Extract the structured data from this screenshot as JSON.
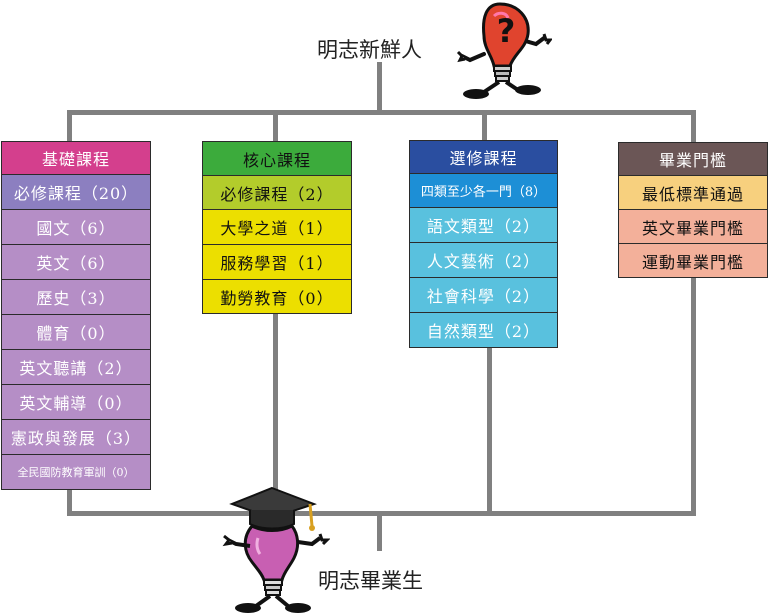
{
  "top_label": "明志新鮮人",
  "bottom_label": "明志畢業生",
  "columns": [
    {
      "header": "基礎課程",
      "header_color": "#d43f8d",
      "items": [
        {
          "label": "必修課程（20）",
          "color": "#8c7fc0"
        },
        {
          "label": "國文（6）",
          "color": "#b58ec6"
        },
        {
          "label": "英文（6）",
          "color": "#b58ec6"
        },
        {
          "label": "歷史（3）",
          "color": "#b58ec6"
        },
        {
          "label": "體育（0）",
          "color": "#b58ec6"
        },
        {
          "label": "英文聽講（2）",
          "color": "#b58ec6"
        },
        {
          "label": "英文輔導（0）",
          "color": "#b58ec6"
        },
        {
          "label": "憲政與發展（3）",
          "color": "#b58ec6"
        },
        {
          "label": "全民國防教育軍訓（0）",
          "color": "#b58ec6"
        }
      ]
    },
    {
      "header": "核心課程",
      "header_color": "#3cab3c",
      "items": [
        {
          "label": "必修課程（2）",
          "color": "#b3cc2b"
        },
        {
          "label": "大學之道（1）",
          "color": "#ecdf00"
        },
        {
          "label": "服務學習（1）",
          "color": "#ecdf00"
        },
        {
          "label": "勤勞教育（0）",
          "color": "#ecdf00"
        }
      ]
    },
    {
      "header": "選修課程",
      "header_color": "#2a4ea0",
      "items": [
        {
          "label": "四類至少各一門（8）",
          "color": "#1d8fd6"
        },
        {
          "label": "語文類型（2）",
          "color": "#59c1de"
        },
        {
          "label": "人文藝術（2）",
          "color": "#59c1de"
        },
        {
          "label": "社會科學（2）",
          "color": "#59c1de"
        },
        {
          "label": "自然類型（2）",
          "color": "#59c1de"
        }
      ]
    },
    {
      "header": "畢業門檻",
      "header_color": "#6b5656",
      "items": [
        {
          "label": "最低標準通過",
          "color": "#f7d07e"
        },
        {
          "label": "英文畢業門檻",
          "color": "#f3b09a"
        },
        {
          "label": "運動畢業門檻",
          "color": "#f3b09a"
        }
      ]
    }
  ]
}
